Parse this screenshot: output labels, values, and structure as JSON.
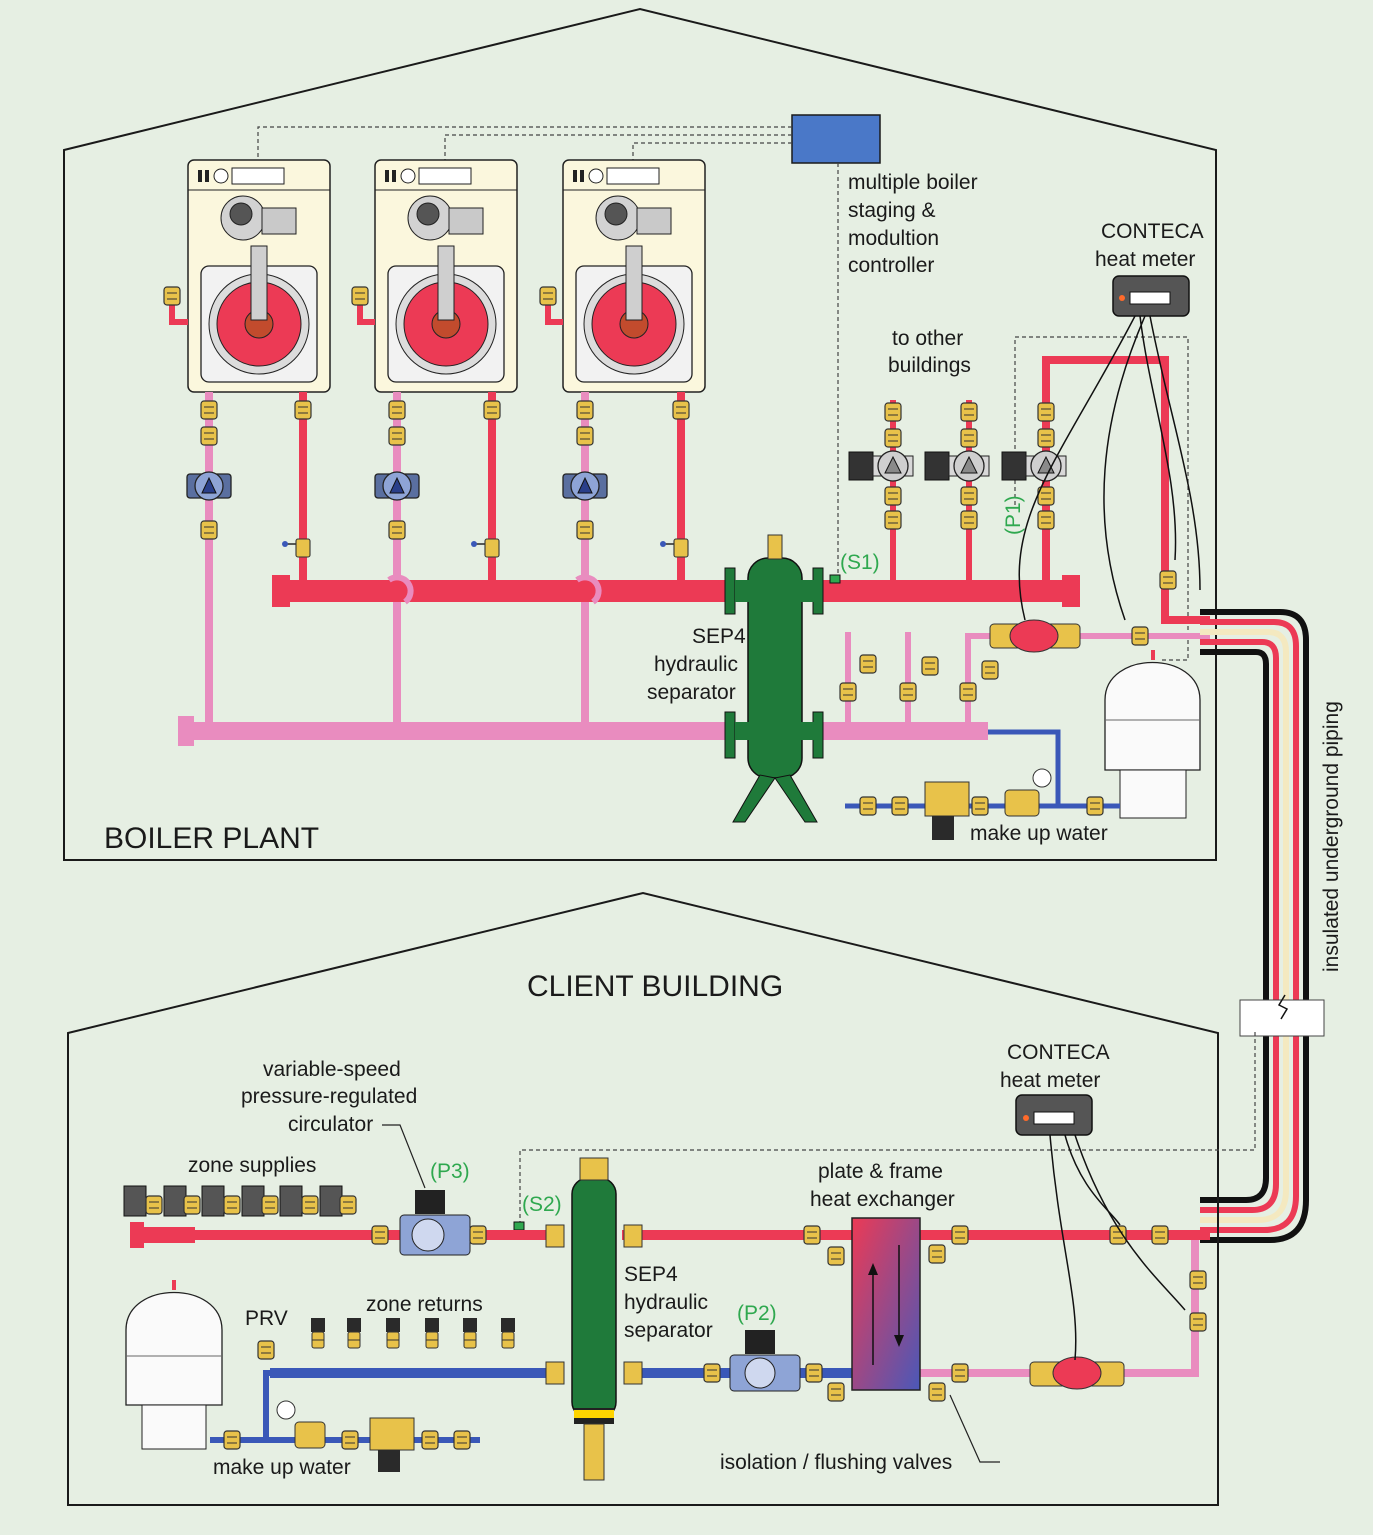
{
  "colors": {
    "background": "#e6efe3",
    "supply": "#ec3a55",
    "return": "#e98cbf",
    "makeup_water": "#3a58b8",
    "separator": "#1f7a3a",
    "brass": "#e8c24a",
    "controller": "#4a78c8",
    "tag": "#2fa84f"
  },
  "boiler_plant": {
    "title": "BOILER PLANT",
    "controller_label": [
      "multiple boiler",
      "staging &",
      "modultion",
      "controller"
    ],
    "heat_meter_label": [
      "CONTECA",
      "heat meter"
    ],
    "to_other_buildings": [
      "to other",
      "buildings"
    ],
    "pump_tag": "(P1)",
    "sensor_tag": "(S1)",
    "separator_label": [
      "SEP4",
      "hydraulic",
      "separator"
    ],
    "makeup_label": "make up water"
  },
  "underground_label": "insulated underground piping",
  "client_building": {
    "title": "CLIENT BUILDING",
    "circulator_label": [
      "variable-speed",
      "pressure-regulated",
      "circulator"
    ],
    "pump_tag_p3": "(P3)",
    "sensor_tag": "(S2)",
    "zone_supplies": "zone supplies",
    "zone_returns": "zone returns",
    "prv": "PRV",
    "separator_label": [
      "SEP4",
      "hydraulic",
      "separator"
    ],
    "pump_tag_p2": "(P2)",
    "heat_meter_label": [
      "CONTECA",
      "heat meter"
    ],
    "hx_label": [
      "plate & frame",
      "heat exchanger"
    ],
    "isolation_label": "isolation / flushing valves",
    "makeup_label": "make up water"
  }
}
